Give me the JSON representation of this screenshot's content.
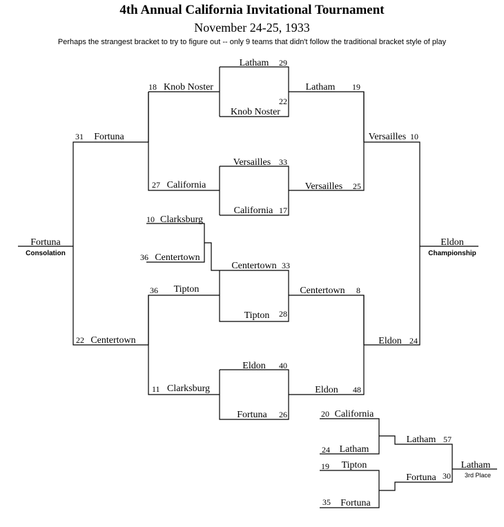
{
  "header": {
    "title": "4th Annual California Invitational Tournament",
    "date": "November 24-25, 1933",
    "note": "Perhaps the strangest bracket to try to figure out -- only 9 teams that didn't follow the traditional bracket style of play"
  },
  "bracket": {
    "g_latham_kn": {
      "top_team": "Latham",
      "top_score": "29",
      "bottom_team": "Knob Noster",
      "bottom_score": "22"
    },
    "g_vers_cal": {
      "top_team": "Versailles",
      "top_score": "33",
      "bottom_team": "California",
      "bottom_score": "17"
    },
    "g_kn_cal": {
      "top_team": "Knob Noster",
      "top_score": "18",
      "bottom_team": "California",
      "bottom_score": "27"
    },
    "g_latham_vers": {
      "top_team": "Latham",
      "top_score": "19",
      "bottom_team": "Versailles",
      "bottom_score": "25"
    },
    "g_clarks_center": {
      "top_team": "Clarksburg",
      "top_score": "10",
      "bottom_team": "Centertown",
      "bottom_score": "36"
    },
    "g_center_tipton": {
      "top_team": "Centertown",
      "top_score": "33",
      "bottom_team": "Tipton",
      "bottom_score": "28"
    },
    "g_tipton_clarks": {
      "top_team": "Tipton",
      "top_score": "36",
      "bottom_team": "Clarksburg",
      "bottom_score": "11"
    },
    "g_eldon_fortuna": {
      "top_team": "Eldon",
      "top_score": "40",
      "bottom_team": "Fortuna",
      "bottom_score": "26"
    },
    "g_center_eldon": {
      "top_team": "Centertown",
      "top_score": "8",
      "bottom_team": "Eldon",
      "bottom_score": "48"
    },
    "consolation_semi": {
      "top_team": "Fortuna",
      "top_score": "31",
      "bottom_team": "Centertown",
      "bottom_score": "22"
    },
    "championship_semi": {
      "top_team": "Versailles",
      "top_score": "10",
      "bottom_team": "Eldon",
      "bottom_score": "24"
    },
    "consolation_winner": {
      "team": "Fortuna",
      "label": "Consolation"
    },
    "championship_winner": {
      "team": "Eldon",
      "label": "Championship"
    },
    "third_a": {
      "top_team": "California",
      "top_score": "20",
      "bottom_team": "Latham",
      "bottom_score": "24"
    },
    "third_b": {
      "top_team": "Tipton",
      "top_score": "19",
      "bottom_team": "Fortuna",
      "bottom_score": "35"
    },
    "third_final": {
      "top_team": "Latham",
      "top_score": "57",
      "bottom_team": "Fortuna",
      "bottom_score": "30"
    },
    "third_winner": {
      "team": "Latham",
      "label": "3rd Place"
    }
  }
}
